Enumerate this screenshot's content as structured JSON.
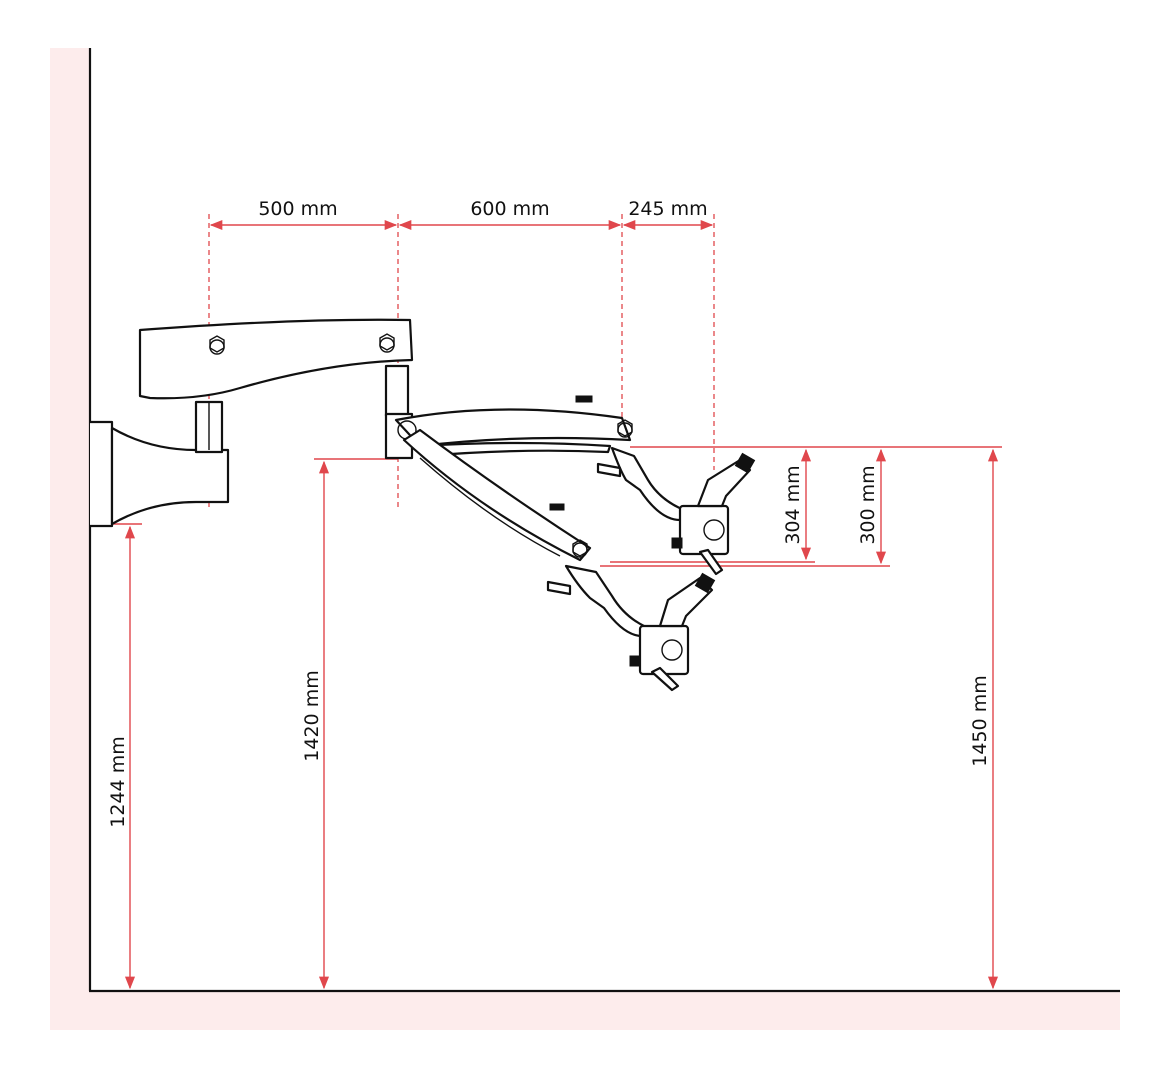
{
  "colors": {
    "background_tint": "#fdecec",
    "dimension_accent": "#e0474c",
    "outline": "#111111"
  },
  "dimensions": {
    "horizontal": {
      "base_arm": "500 mm",
      "lower_arm": "600 mm",
      "head_offset": "245 mm"
    },
    "vertical": {
      "mount_height": "1244 mm",
      "arm_height": "1420 mm",
      "max_height": "1450 mm",
      "travel_a": "304 mm",
      "travel_b": "300 mm"
    }
  },
  "icons": {
    "wall_mount": "wall-bracket-icon",
    "microscope": "microscope-head-icon",
    "knob": "adjustment-knob-icon"
  }
}
